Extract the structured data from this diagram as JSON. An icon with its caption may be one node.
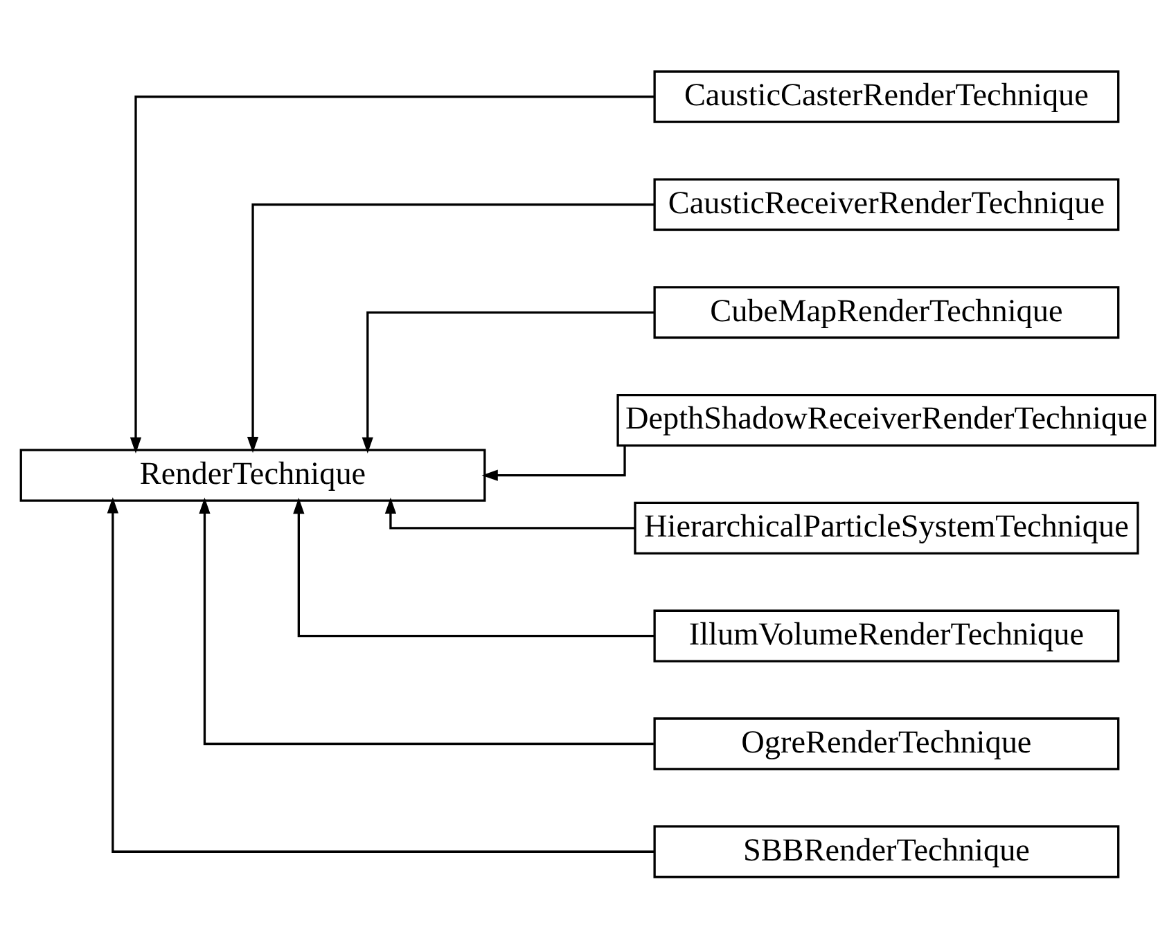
{
  "diagram": {
    "nodes": [
      {
        "text": [
          "RenderTechnique"
        ]
      },
      {
        "text": [
          "CausticCasterRenderTechnique"
        ]
      },
      {
        "text": [
          "CausticReceiverRenderTechnique"
        ]
      },
      {
        "text": [
          "CubeMapRenderTechnique"
        ]
      },
      {
        "text": [
          "DepthShadowReceiverRenderTechnique"
        ]
      },
      {
        "text": [
          "HierarchicalParticleSystemTechnique"
        ]
      },
      {
        "text": [
          "IllumVolumeRenderTechnique"
        ]
      },
      {
        "text": [
          "OgreRenderTechnique"
        ]
      },
      {
        "text": [
          "SBBRenderTechnique"
        ]
      }
    ],
    "edges": [
      {
        "from": 1,
        "to": 0,
        "arrow": "to"
      },
      {
        "from": 2,
        "to": 0,
        "arrow": "to"
      },
      {
        "from": 3,
        "to": 0,
        "arrow": "to"
      },
      {
        "from": 4,
        "to": 0,
        "arrow": "to"
      },
      {
        "from": 5,
        "to": 0,
        "arrow": "to"
      },
      {
        "from": 6,
        "to": 0,
        "arrow": "to"
      },
      {
        "from": 7,
        "to": 0,
        "arrow": "to"
      },
      {
        "from": 8,
        "to": 0,
        "arrow": "to"
      }
    ]
  }
}
